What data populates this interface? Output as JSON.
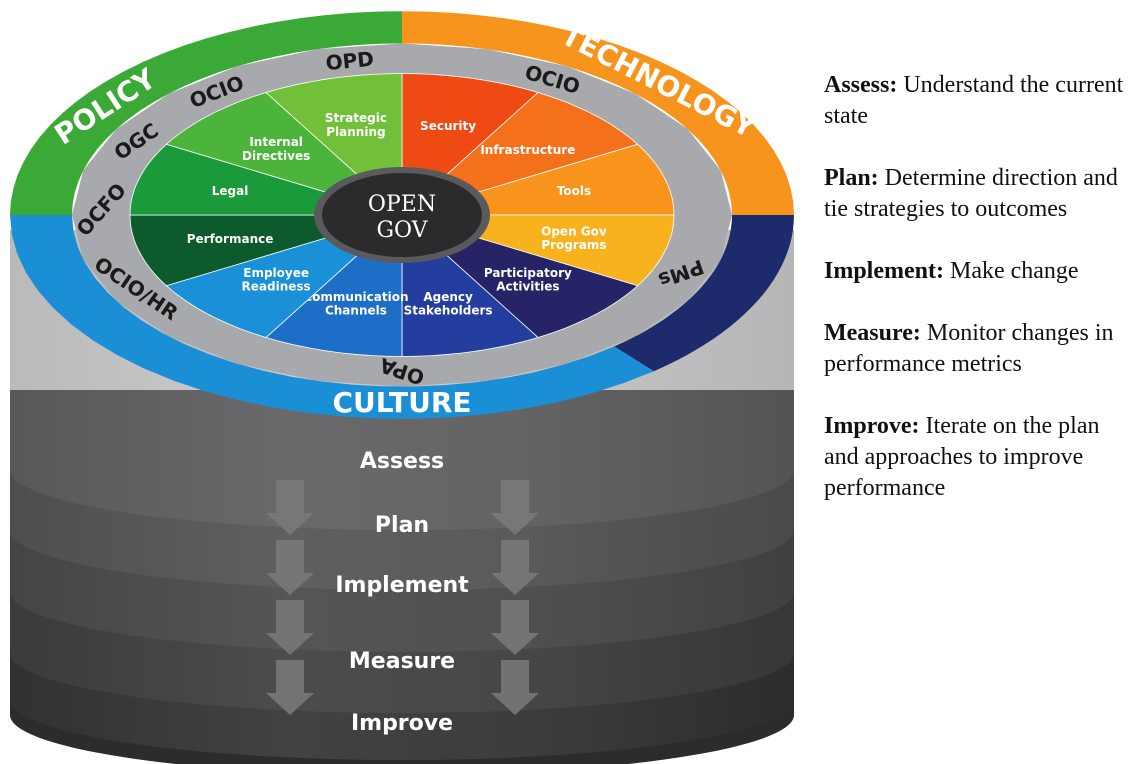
{
  "center": {
    "line1": "OPEN",
    "line2": "GOV"
  },
  "pillars": {
    "policy": "POLICY",
    "technology": "TECHNOLOGY",
    "culture": "CULTURE"
  },
  "offices": [
    {
      "label": "OPD"
    },
    {
      "label": "OCIO"
    },
    {
      "label": "OGC"
    },
    {
      "label": "OCFO"
    },
    {
      "label": "OCIO/HR"
    },
    {
      "label": "OPA"
    },
    {
      "label": "PMs"
    },
    {
      "label": "OCIO"
    }
  ],
  "segments": [
    {
      "label": "Security",
      "color": "#f04a14"
    },
    {
      "label": "Infrastructure",
      "color": "#f4701a"
    },
    {
      "label": "Tools",
      "color": "#f8941c"
    },
    {
      "label": "Open Gov Programs",
      "color": "#f7b21e"
    },
    {
      "label": "Participatory Activities",
      "color": "#262466"
    },
    {
      "label": "Agency Stakeholders",
      "color": "#243ea0"
    },
    {
      "label": "Communication Channels",
      "color": "#1d6ec6"
    },
    {
      "label": "Employee Readiness",
      "color": "#1a90d8"
    },
    {
      "label": "Performance",
      "color": "#0d5a2c"
    },
    {
      "label": "Legal",
      "color": "#1a9a3a"
    },
    {
      "label": "Internal Directives",
      "color": "#4cb43a"
    },
    {
      "label": "Strategic Planning",
      "color": "#72c03a"
    }
  ],
  "steps": [
    "Assess",
    "Plan",
    "Implement",
    "Measure",
    "Improve"
  ],
  "legend": [
    {
      "term": "Assess:",
      "desc": "Understand the current state"
    },
    {
      "term": "Plan:",
      "desc": "Determine direction and tie strategies to outcomes"
    },
    {
      "term": "Implement:",
      "desc": "Make change"
    },
    {
      "term": "Measure:",
      "desc": "Monitor changes in performance metrics"
    },
    {
      "term": "Improve:",
      "desc": "Iterate on the plan and approaches to improve performance"
    }
  ],
  "colors": {
    "policy": "#3aa935",
    "technology": "#f7941d",
    "culture": "#1b8fd6",
    "culture_dark": "#1d2a6b",
    "ring_gray": "#a7a9ac"
  }
}
